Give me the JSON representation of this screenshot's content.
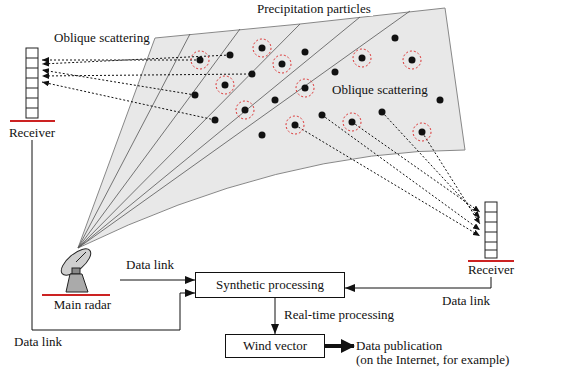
{
  "diagram": {
    "nodes": [
      {
        "text": [
          "Receiver"
        ]
      },
      {
        "text": [
          "Main radar"
        ]
      },
      {
        "text": [
          "Receiver"
        ]
      },
      {
        "text": [
          "Synthetic processing"
        ]
      },
      {
        "text": [
          "Wind vector"
        ]
      },
      {
        "text": [
          "Data publication",
          "(on the Internet, for example)"
        ]
      }
    ],
    "edges": [
      {
        "from": 0,
        "to": 3,
        "arrow": "to",
        "label": "Data link"
      },
      {
        "from": 1,
        "to": 3,
        "arrow": "to",
        "label": "Data link"
      },
      {
        "from": 2,
        "to": 3,
        "arrow": "to",
        "label": "Data link"
      },
      {
        "from": 3,
        "to": 4,
        "arrow": "to",
        "label": "Real-time processing"
      },
      {
        "from": 4,
        "to": 5,
        "arrow": "to"
      }
    ],
    "labels": [
      "Precipitation particles",
      "Oblique scattering",
      "Oblique scattering"
    ]
  }
}
